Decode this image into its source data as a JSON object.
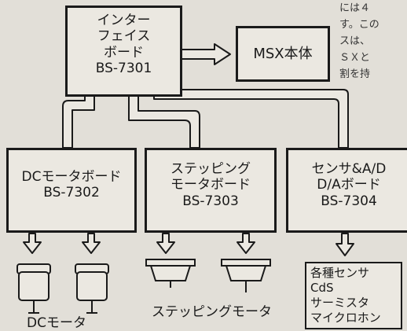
{
  "background_text": [
    "には４",
    "す。この",
    "スは、",
    "ＳＸと",
    "割を持"
  ],
  "interface_board": {
    "line1": "インター",
    "line2": "フェイス",
    "line3": "ボード",
    "model": "BS-7301"
  },
  "msx_body": {
    "label": "MSX本体"
  },
  "dc_motor_board": {
    "line1": "DCモータボード",
    "model": "BS-7302"
  },
  "stepping_motor_board": {
    "line1": "ステッピング",
    "line2": "モータボード",
    "model": "BS-7303"
  },
  "sensor_board": {
    "line1": "センサ&A/D",
    "line2": "D/Aボード",
    "model": "BS-7304"
  },
  "sensor_list": {
    "items": [
      "各種センサ",
      "CdS",
      "サーミスタ",
      "マイクロホン"
    ]
  },
  "captions": {
    "dc_motor": "DCモータ",
    "stepping_motor": "ステッピングモータ"
  }
}
